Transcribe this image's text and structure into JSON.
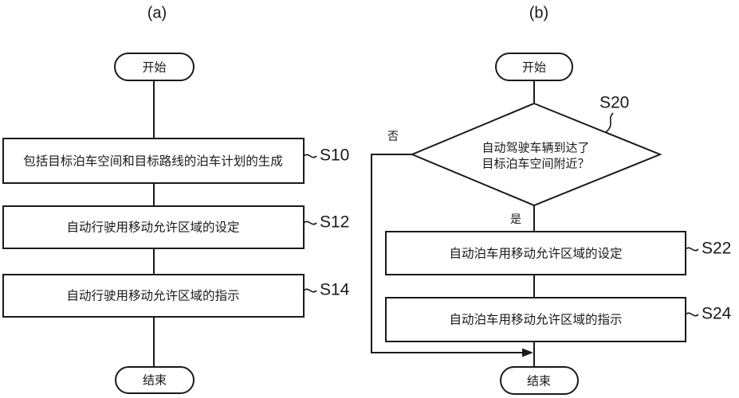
{
  "figure": {
    "background": "#ffffff",
    "stroke_color": "#1a1a1a",
    "text_color": "#1a1a1a"
  },
  "panels": [
    {
      "id": "panel-a",
      "label": "(a)",
      "nodes": [
        {
          "id": "a-start",
          "kind": "terminator",
          "text": "开始"
        },
        {
          "id": "a-s10",
          "kind": "process",
          "text": "包括目标泊车空间和目标路线的泊车计划的生成",
          "step": "S10"
        },
        {
          "id": "a-s12",
          "kind": "process",
          "text": "自动行驶用移动允许区域的设定",
          "step": "S12"
        },
        {
          "id": "a-s14",
          "kind": "process",
          "text": "自动行驶用移动允许区域的指示",
          "step": "S14"
        },
        {
          "id": "a-end",
          "kind": "terminator",
          "text": "结束"
        }
      ]
    },
    {
      "id": "panel-b",
      "label": "(b)",
      "nodes": [
        {
          "id": "b-start",
          "kind": "terminator",
          "text": "开始"
        },
        {
          "id": "b-s20",
          "kind": "decision",
          "text_line1": "自动驾驶车辆到达了",
          "text_line2": "目标泊车空间附近？",
          "step": "S20"
        },
        {
          "id": "b-s22",
          "kind": "process",
          "text": "自动泊车用移动允许区域的设定",
          "step": "S22"
        },
        {
          "id": "b-s24",
          "kind": "process",
          "text": "自动泊车用移动允许区域的指示",
          "step": "S24"
        },
        {
          "id": "b-end",
          "kind": "terminator",
          "text": "结束"
        }
      ],
      "branch_labels": {
        "no": "否",
        "yes": "是"
      }
    }
  ]
}
